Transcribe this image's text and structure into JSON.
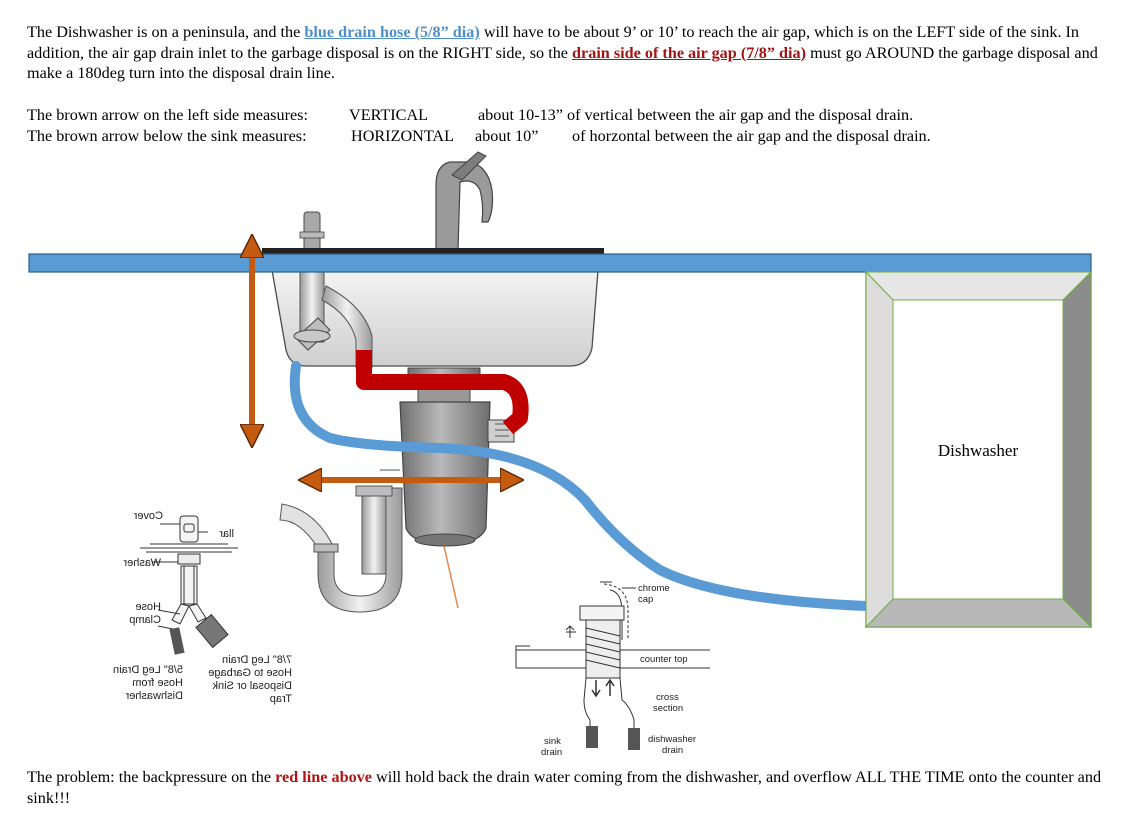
{
  "intro": {
    "t1": "The Dishwasher is on a peninsula, and the ",
    "blue_hose": "blue drain hose (5/8” dia)",
    "t2": " will have to be about 9’ or 10’ to reach the air gap, which is on the LEFT side of the sink.  In addition, the air gap drain inlet to the garbage disposal is on the RIGHT side, so the ",
    "red_hose": "drain side of the air gap (7/8” dia)",
    "t3": " must go AROUND the garbage disposal and make a 180deg turn into the disposal drain line."
  },
  "measures": {
    "vertical": {
      "label": "The brown arrow on the left side measures:",
      "direction": "VERTICAL",
      "value": "about 10-13” of vertical between the air gap and the disposal drain."
    },
    "horizontal": {
      "label": "The brown arrow below the sink measures:",
      "direction": "HORIZONTAL",
      "value": "about 10”",
      "rest": "of horzontal between the air gap and the disposal drain."
    }
  },
  "problem": {
    "t1": "The problem:  the backpressure on the ",
    "red_line": "red line above",
    "t2": " will hold back the drain water coming from the dishwasher, and overflow ALL THE TIME onto the counter and sink!!!"
  },
  "diagram": {
    "dishwasher_label": "Dishwasher",
    "installation_labels": {
      "cover": "Cover",
      "collar": "llar",
      "washer": "Washer",
      "hose_clamp_1": "Hose",
      "hose_clamp_2": "Clamp",
      "leg_58_1": "5/8\" Leg Drain",
      "leg_58_2": "Hose from",
      "leg_58_3": "Dishwasher",
      "leg_78_1": "7/8\" Leg Drain",
      "leg_78_2": "Hose to Garbage",
      "leg_78_3": "Disposal or Sink",
      "leg_78_4": "Trap"
    },
    "cross_section_labels": {
      "chrome_cap_1": "chrome",
      "chrome_cap_2": "cap",
      "counter_top": "counter top",
      "cross_section_1": "cross",
      "cross_section_2": "section",
      "sink_drain_1": "sink",
      "sink_drain_2": "drain",
      "dishwasher_drain_1": "dishwasher",
      "dishwasher_drain_2": "drain"
    },
    "colors": {
      "blue_hose": "#5b9bd5",
      "red_hose": "#c00000",
      "brown_arrow": "#c55a11",
      "dishwasher_border": "#70ad47",
      "countertop_fill": "#5b9bd5",
      "countertop_border": "#2e5c8a"
    }
  }
}
